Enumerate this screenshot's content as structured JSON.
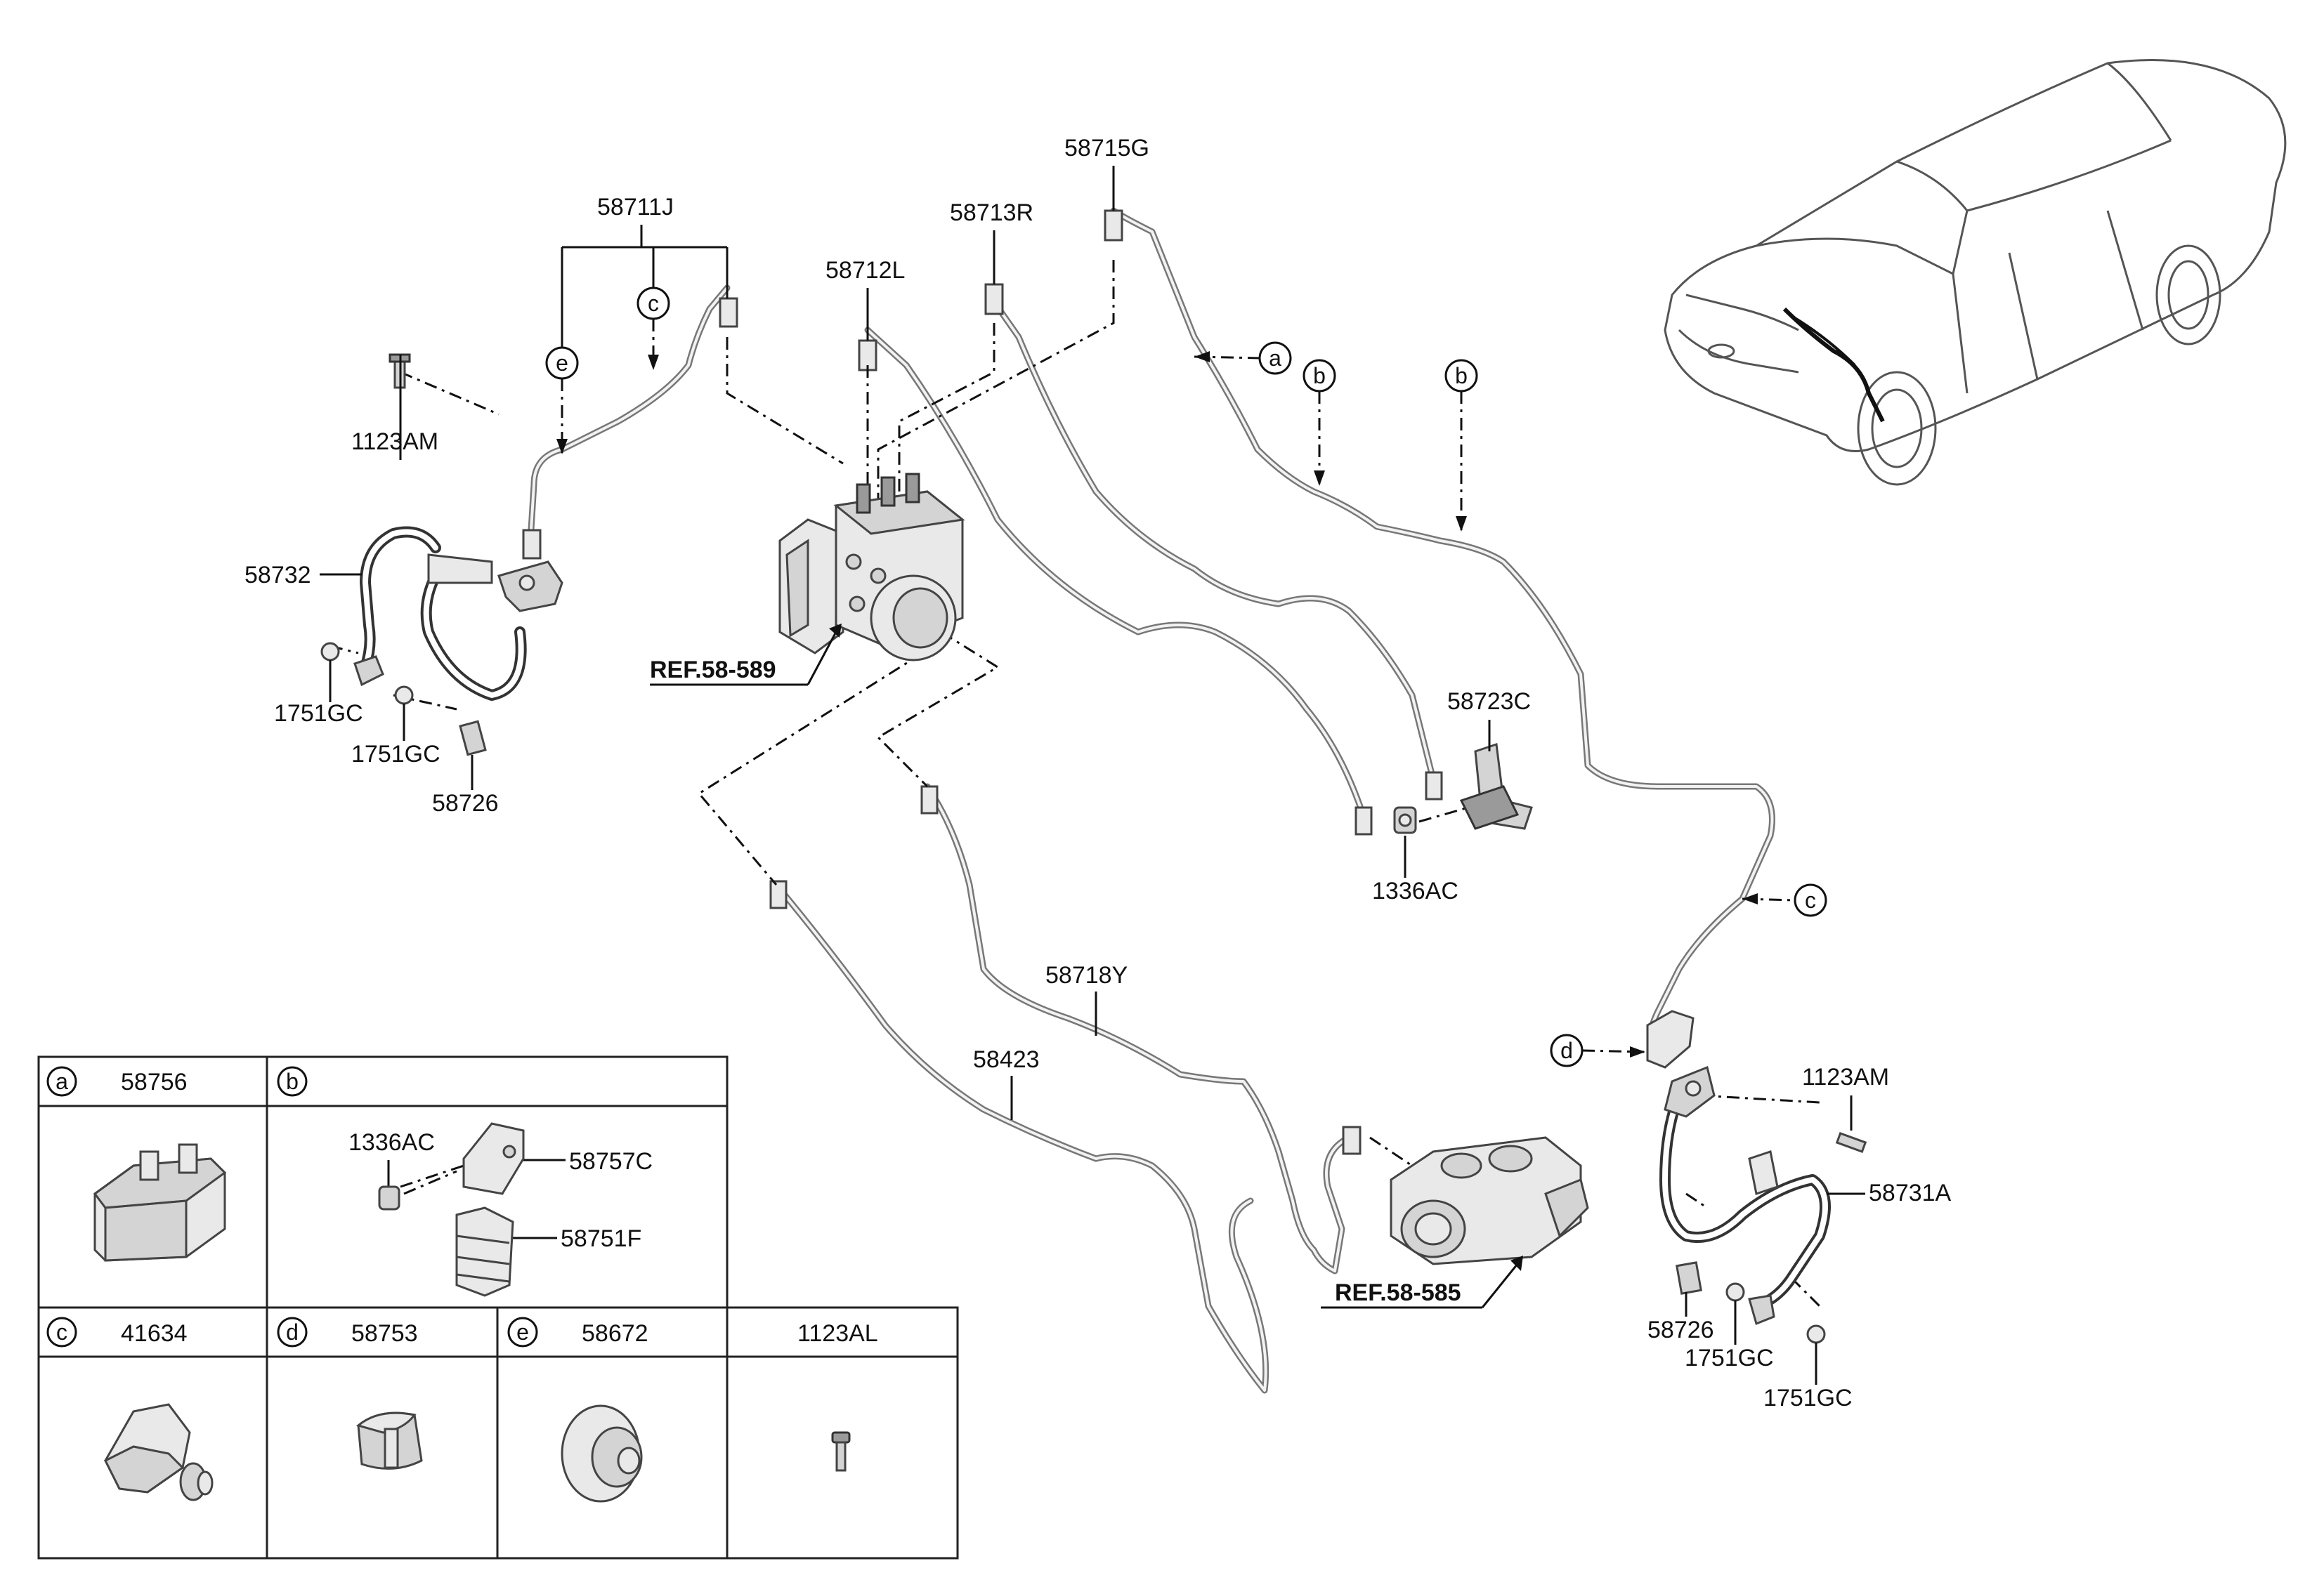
{
  "parts": {
    "p58715G": "58715G",
    "p58713R": "58713R",
    "p58712L": "58712L",
    "p58711J": "58711J",
    "p1123AM_left": "1123AM",
    "p58732": "58732",
    "p1751GC_left1": "1751GC",
    "p1751GC_left2": "1751GC",
    "p58726_left": "58726",
    "ref58589": "REF.58-589",
    "p58723C": "58723C",
    "p1336AC": "1336AC",
    "p58718Y": "58718Y",
    "p58423": "58423",
    "ref58585": "REF.58-585",
    "p1123AM_right": "1123AM",
    "p58731A": "58731A",
    "p58726_right": "58726",
    "p1751GC_right1": "1751GC",
    "p1751GC_right2": "1751GC"
  },
  "callouts": {
    "a": "a",
    "b1": "b",
    "b2": "b",
    "c_top": "c",
    "c_right": "c",
    "d": "d",
    "e": "e"
  },
  "table": {
    "cell_a": {
      "letter": "a",
      "part": "58756"
    },
    "cell_b": {
      "letter": "b",
      "p1336AC": "1336AC",
      "p58757C": "58757C",
      "p58751F": "58751F"
    },
    "cell_c": {
      "letter": "c",
      "part": "41634"
    },
    "cell_d": {
      "letter": "d",
      "part": "58753"
    },
    "cell_e": {
      "letter": "e",
      "part": "58672"
    },
    "cell_f": {
      "part": "1123AL"
    }
  }
}
